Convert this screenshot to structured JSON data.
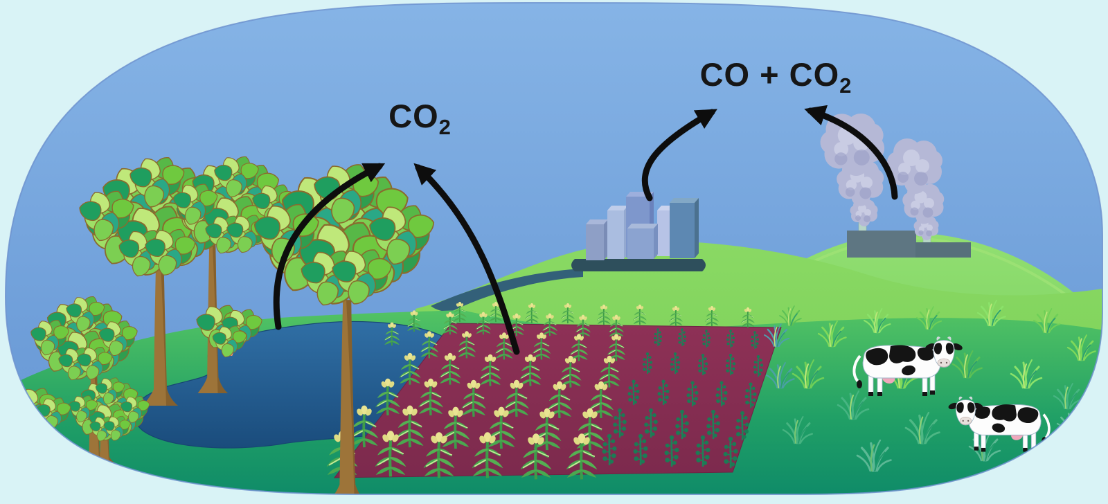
{
  "labels": {
    "forest_field_emission": {
      "formula": "CO",
      "subscript": "2"
    },
    "industry_emission": {
      "prefix": "CO + CO",
      "subscript": "2"
    }
  },
  "palette": {
    "canvas_background": "#d9f3f6",
    "sky_top": "#86b4e6",
    "sky_bottom": "#6a9ad6",
    "dome_border": "#6e93cf",
    "hill_light_green": "#8bdc6e",
    "foreground_green_top": "#53c363",
    "foreground_teal_bottom": "#0d8968",
    "pond_blue": "#26639a",
    "field_soil_maroon": "#8c3053",
    "corn_green": "#4aa84f",
    "corn_tassel_yellow": "#e9e492",
    "leafy_crop_teal": "#1c7b55",
    "tree_trunk_brown": "#9d7439",
    "leaf_greens": [
      "#7ccf52",
      "#9fdf66",
      "#57b847",
      "#1f9e5f",
      "#2aa886",
      "#bfe87a"
    ],
    "building_blues": [
      "#8e9fc6",
      "#aabde0",
      "#7e97cc",
      "#8ba3d0",
      "#b7c3e6",
      "#5d88b2"
    ],
    "road_dark_slate": "#2e4f5c",
    "factory_gray": "#5e7682",
    "chimney_pale_green": "#b7d6c6",
    "chimney_band_red": "#cc2a5e",
    "smoke_lavender": "#b5b8d6",
    "cow_black": "#141414",
    "cow_white": "#fdfdfd",
    "udder_pink": "#f0a8bc",
    "arrow_black": "#0d0d0d"
  },
  "scene_objects": [
    "sky-dome",
    "forest-trees",
    "shrubs",
    "pond",
    "corn-field",
    "leafy-crop-field",
    "city-buildings",
    "city-road",
    "factory-buildings",
    "factory-chimneys",
    "smoke-plumes",
    "dairy-cows",
    "grass-tufts",
    "emission-arrows"
  ]
}
